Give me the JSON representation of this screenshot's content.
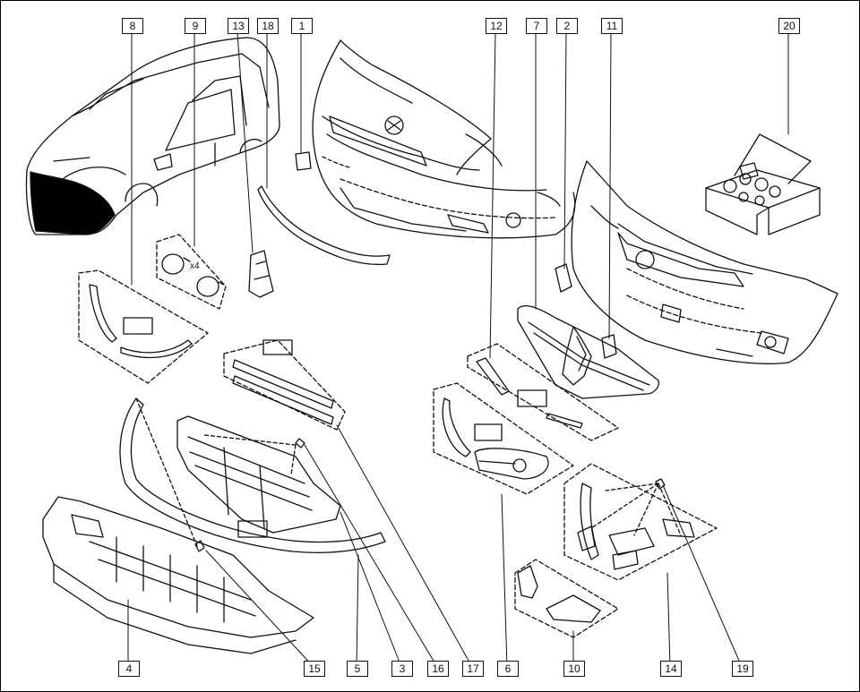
{
  "diagram": {
    "callout_numbers": {
      "p1": "1",
      "p2": "2",
      "p3": "3",
      "p4": "4",
      "p5": "5",
      "p6": "6",
      "p7": "7",
      "p8": "8",
      "p9": "9",
      "p10": "10",
      "p11": "11",
      "p12": "12",
      "p13": "13",
      "p14": "14",
      "p15": "15",
      "p16": "16",
      "p17": "17",
      "p18": "18",
      "p19": "19",
      "p20": "20"
    },
    "quantity_mark": "x4"
  }
}
